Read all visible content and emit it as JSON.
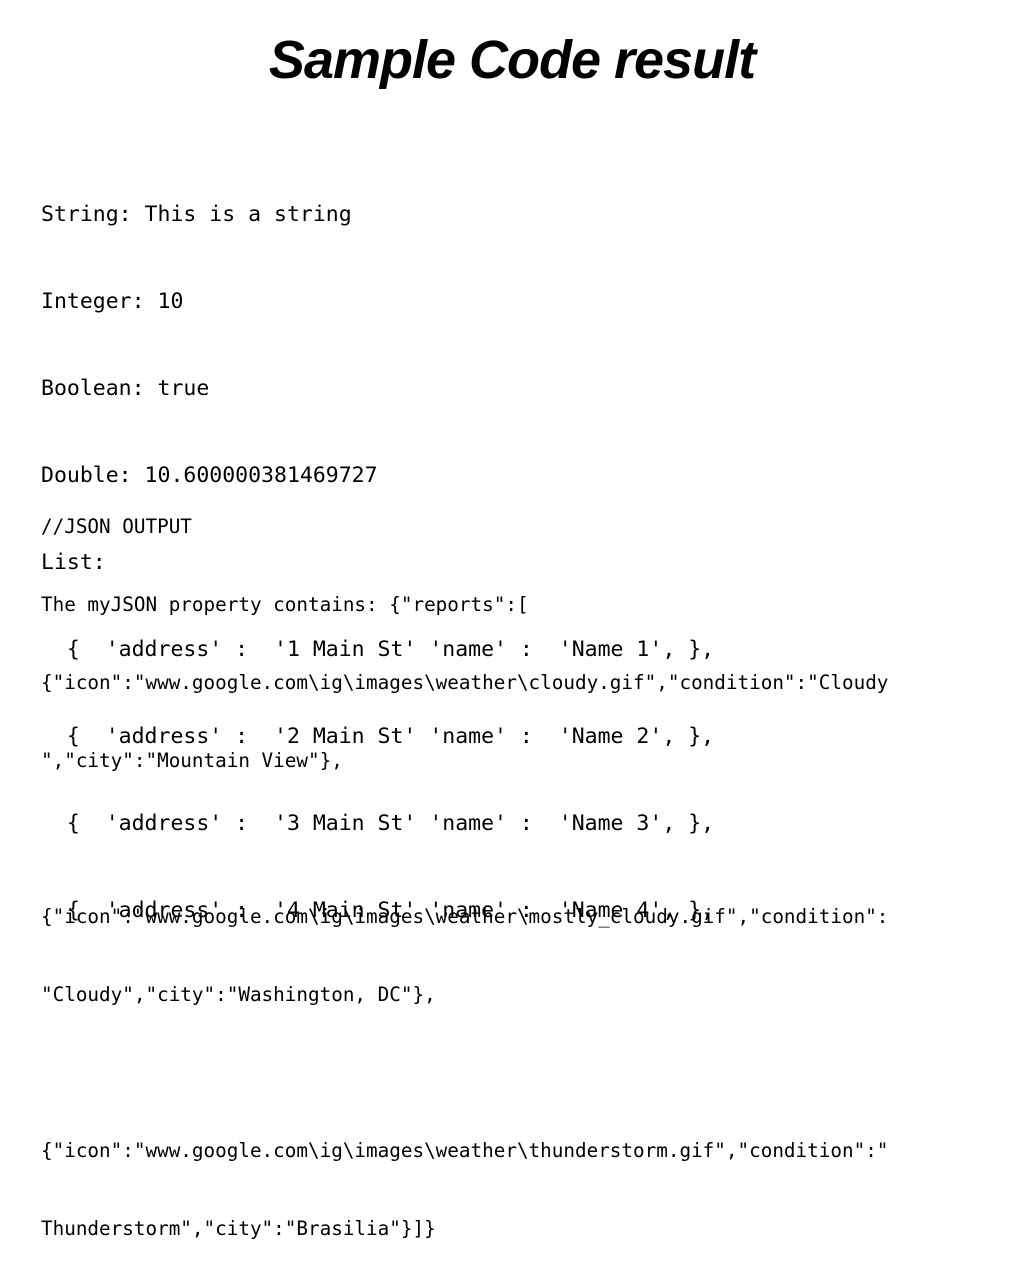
{
  "slide": {
    "title": "Sample Code result"
  },
  "output": {
    "string_line": "String: This is a string",
    "integer_line": "Integer: 10",
    "boolean_line": "Boolean: true",
    "double_line": "Double: 10.600000381469727",
    "list_label": "List:",
    "list_items": [
      "  {  'address' :  '1 Main St' 'name' :  'Name 1', },",
      "  {  'address' :  '2 Main St' 'name' :  'Name 2', },",
      "  {  'address' :  '3 Main St' 'name' :  'Name 3', },",
      "  {  'address' :  '4 Main St' 'name' :  'Name 4', },"
    ]
  },
  "json_output": {
    "comment": "//JSON OUTPUT",
    "lines": [
      "The myJSON property contains: {\"reports\":[",
      "{\"icon\":\"www.google.com\\ig\\images\\weather\\cloudy.gif\",\"condition\":\"Cloudy",
      "\",\"city\":\"Mountain View\"},",
      "",
      "{\"icon\":\"www.google.com\\ig\\images\\weather\\mostly_cloudy.gif\",\"condition\":",
      "\"Cloudy\",\"city\":\"Washington, DC\"},",
      "",
      "{\"icon\":\"www.google.com\\ig\\images\\weather\\thunderstorm.gif\",\"condition\":\"",
      "Thunderstorm\",\"city\":\"Brasilia\"}]}"
    ]
  }
}
